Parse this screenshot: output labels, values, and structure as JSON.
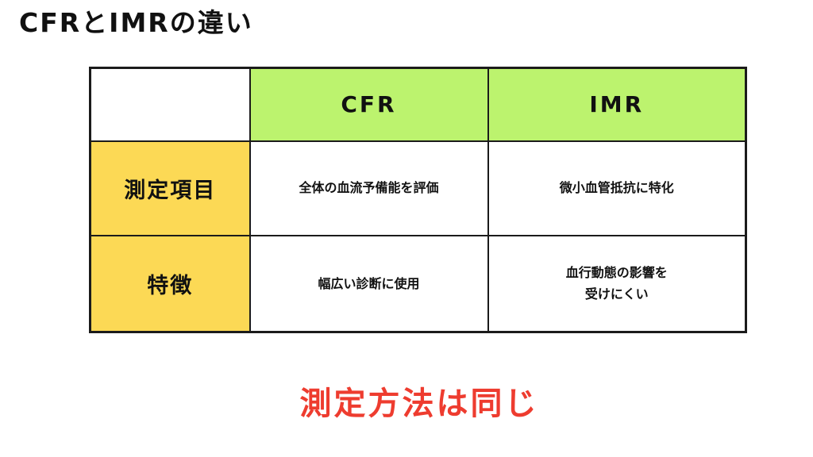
{
  "page": {
    "title": "CFRとIMRの違い",
    "footnote": "測定方法は同じ"
  },
  "table": {
    "corner": "",
    "columns": [
      {
        "label": "CFR"
      },
      {
        "label": "IMR"
      }
    ],
    "rows": [
      {
        "header": "測定項目",
        "cfr": "全体の血流予備能を評価",
        "imr": "微小血管抵抗に特化"
      },
      {
        "header": "特徴",
        "cfr": "幅広い診断に使用",
        "imr": "血行動態の影響を\n受けにくい"
      }
    ]
  },
  "colors": {
    "column_header_green": "#bcf36e",
    "row_header_yellow": "#fcd955",
    "footnote_red": "#ee3c2f",
    "border_black": "#1b1b1b",
    "text_black": "#111111",
    "background_white": "#ffffff"
  }
}
